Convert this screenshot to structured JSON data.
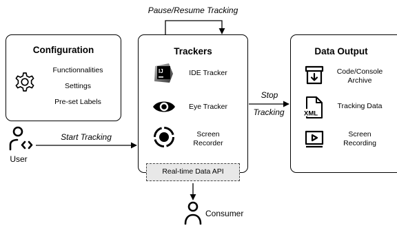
{
  "configuration": {
    "title": "Configuration",
    "items": [
      "Functionnalities",
      "Settings",
      "Pre-set Labels"
    ],
    "icon": "gear-icon"
  },
  "trackers": {
    "title": "Trackers",
    "items": [
      {
        "label": "IDE Tracker",
        "icon": "intellij-icon"
      },
      {
        "label": "Eye Tracker",
        "icon": "eye-icon"
      },
      {
        "label": "Screen\nRecorder",
        "icon": "record-icon"
      }
    ],
    "api_label": "Real-time Data API"
  },
  "data_output": {
    "title": "Data Output",
    "items": [
      {
        "label": "Code/Console\nArchive",
        "icon": "archive-download-icon"
      },
      {
        "label": "Tracking Data",
        "icon": "xml-file-icon"
      },
      {
        "label": "Screen\nRecording",
        "icon": "video-play-icon"
      }
    ]
  },
  "edges": {
    "pause_resume": "Pause/Resume Tracking",
    "start": "Start Tracking",
    "stop_line1": "Stop",
    "stop_line2": "Tracking"
  },
  "actors": {
    "user": "User",
    "consumer": "Consumer"
  }
}
